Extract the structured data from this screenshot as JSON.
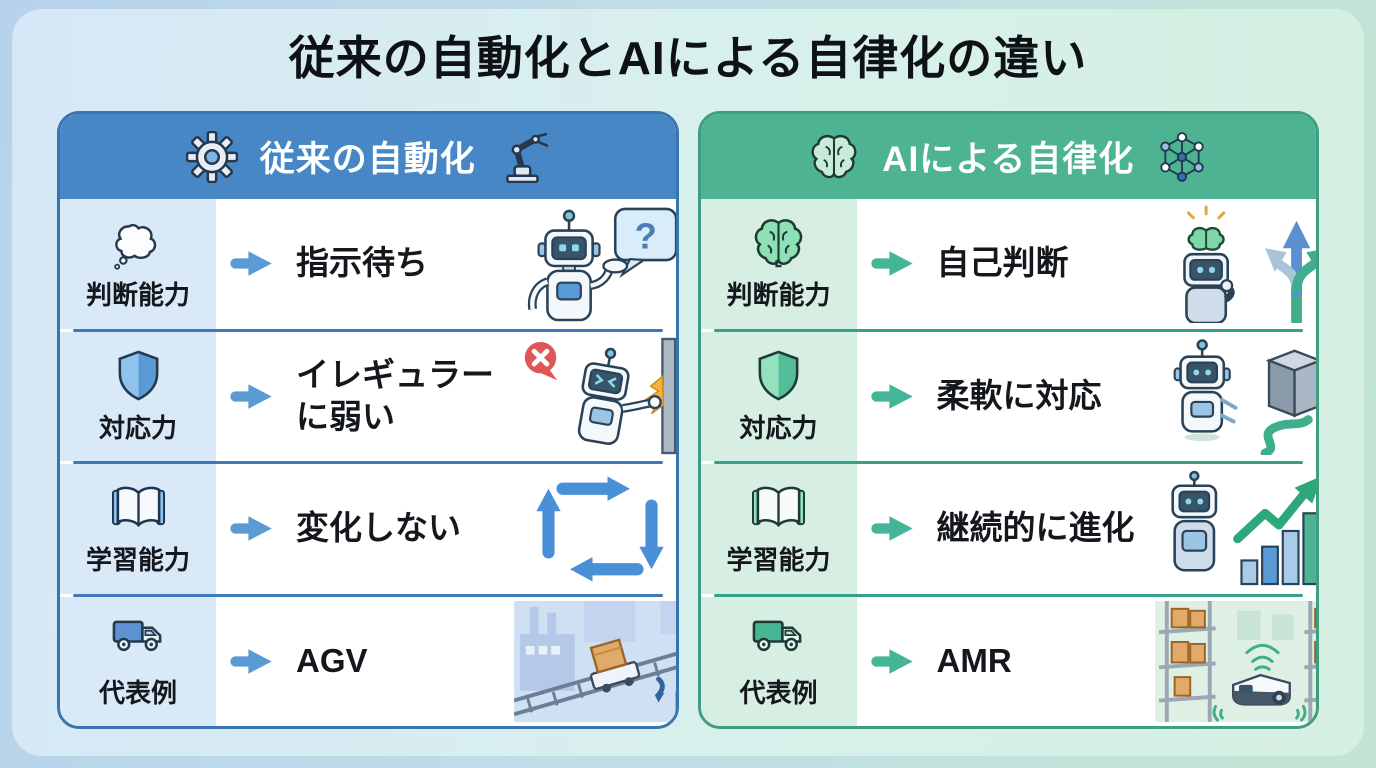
{
  "title": "従来の自動化とAIによる自律化の違い",
  "colors": {
    "left_header": "#4787c6",
    "left_border": "#3a74ae",
    "left_label_bg": "#d9e9f7",
    "left_divider": "#3f7ab8",
    "left_arrow": "#5b9bd5",
    "right_header": "#4db392",
    "right_border": "#3f9e80",
    "right_label_bg": "#d7eee3",
    "right_divider": "#35a188",
    "right_arrow": "#45b597",
    "title_text": "#0e1116",
    "error_badge": "#e05555",
    "box_orange": "#e2aa6a"
  },
  "left_panel": {
    "title": "従来の自動化",
    "header_icons": [
      "gear-icon",
      "robot-arm-icon"
    ],
    "rows": [
      {
        "label": "判断能力",
        "icon": "thought-bubble-icon",
        "value": "指示待ち",
        "illustration": "robot-with-question-speech-bubble",
        "bubble": "?"
      },
      {
        "label": "対応力",
        "icon": "shield-icon",
        "value": "イレギュラーに弱い",
        "illustration": "robot-crashing-into-wall-with-error-mark"
      },
      {
        "label": "学習能力",
        "icon": "open-book-icon",
        "value": "変化しない",
        "illustration": "repeat-cycle-arrows"
      },
      {
        "label": "代表例",
        "icon": "truck-icon",
        "value": "AGV",
        "illustration": "agv-cart-on-rails-in-factory"
      }
    ]
  },
  "right_panel": {
    "title": "AIによる自律化",
    "header_icons": [
      "brain-icon",
      "network-icon"
    ],
    "rows": [
      {
        "label": "判断能力",
        "icon": "brain-icon",
        "value": "自己判断",
        "illustration": "robot-thinking-with-branching-arrows"
      },
      {
        "label": "対応力",
        "icon": "shield-icon",
        "value": "柔軟に対応",
        "illustration": "robot-maneuvering-around-obstacle"
      },
      {
        "label": "学習能力",
        "icon": "open-book-icon",
        "value": "継続的に進化",
        "illustration": "robot-with-rising-bar-chart"
      },
      {
        "label": "代表例",
        "icon": "truck-icon",
        "value": "AMR",
        "illustration": "amr-robot-in-warehouse-with-wifi"
      }
    ]
  }
}
